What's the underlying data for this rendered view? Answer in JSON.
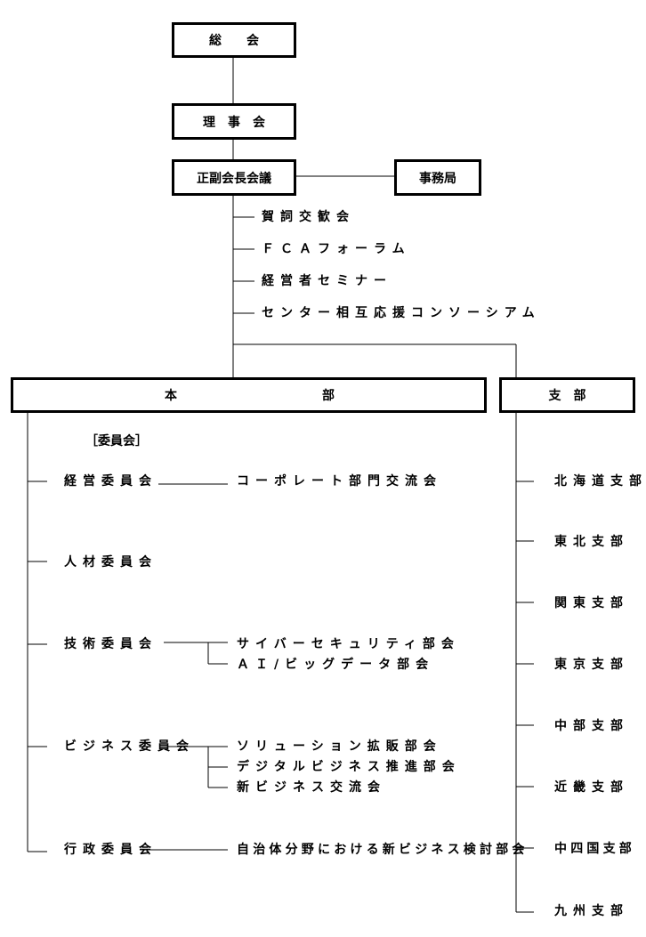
{
  "top": {
    "general_meeting": "総　　会",
    "board": "理　事　会",
    "chair_meeting": "正副会長会議",
    "secretariat": "事務局"
  },
  "events": [
    "賀詞交歓会",
    "ＦＣＡフォーラム",
    "経営者セミナー",
    "センター相互応援コンソーシアム"
  ],
  "headquarters": {
    "left": "本",
    "right": "部"
  },
  "branch_header": "支　部",
  "committee_header": "［委員会］",
  "committees": {
    "management": "経営委員会",
    "hr": "人材委員会",
    "tech": "技術委員会",
    "business": "ビジネス委員会",
    "admin": "行政委員会"
  },
  "subgroups": {
    "management": [
      "コーポレート部門交流会"
    ],
    "tech": [
      "サイバーセキュリティ部会",
      "ＡＩ/ビッグデータ部会"
    ],
    "business": [
      "ソリューション拡販部会",
      "デジタルビジネス推進部会",
      "新ビジネス交流会"
    ],
    "admin": [
      "自治体分野における新ビジネス検討部会"
    ]
  },
  "branches": [
    "北海道支部",
    "東北支部",
    "関東支部",
    "東京支部",
    "中部支部",
    "近畿支部",
    "中四国支部",
    "九州支部"
  ]
}
